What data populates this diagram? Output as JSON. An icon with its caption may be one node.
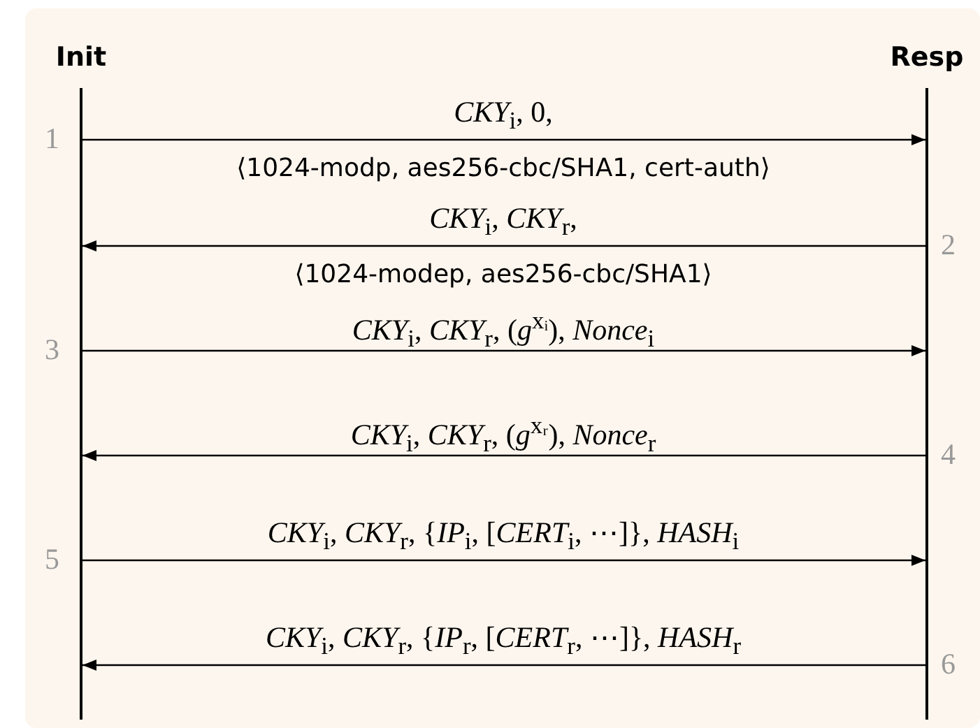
{
  "diagram": {
    "nodes": [
      {
        "text": [
          "Init"
        ]
      },
      {
        "text": [
          "Resp"
        ]
      }
    ],
    "edges": [
      {
        "from": 0,
        "to": 1,
        "arrow": "to",
        "label": "*CKY*$_{i}$, 0,"
      },
      {
        "from": 1,
        "to": 0,
        "arrow": "to",
        "label": "*CKY*$_{i}$, *CKY*$_{r}$,"
      },
      {
        "from": 0,
        "to": 1,
        "arrow": "to",
        "label": "*CKY*$_{i}$, *CKY*$_{r}$, (*g*$^{xᵢ}$), *Nonce*$_{i}$"
      },
      {
        "from": 1,
        "to": 0,
        "arrow": "to",
        "label": "*CKY*$_{i}$, *CKY*$_{r}$, (*g*$^{xᵣ}$), *Nonce*$_{r}$"
      },
      {
        "from": 0,
        "to": 1,
        "arrow": "to",
        "label": "*CKY*$_{i}$, *CKY*$_{r}$, {*IP*$_{i}$, [*CERT*$_{i}$, ⋯]}, *HASH*$_{i}$"
      },
      {
        "from": 1,
        "to": 0,
        "arrow": "to",
        "label": "*CKY*$_{i}$, *CKY*$_{r}$, {*IP*$_{r}$, [*CERT*$_{r}$, ⋯]}, *HASH*$_{r}$"
      }
    ],
    "labels": [
      "1",
      "⟨1024-modp, aes256-cbc/SHA1, cert-auth⟩",
      "2",
      "⟨1024-modep, aes256-cbc/SHA1⟩",
      "3",
      "4",
      "5",
      "6"
    ]
  }
}
